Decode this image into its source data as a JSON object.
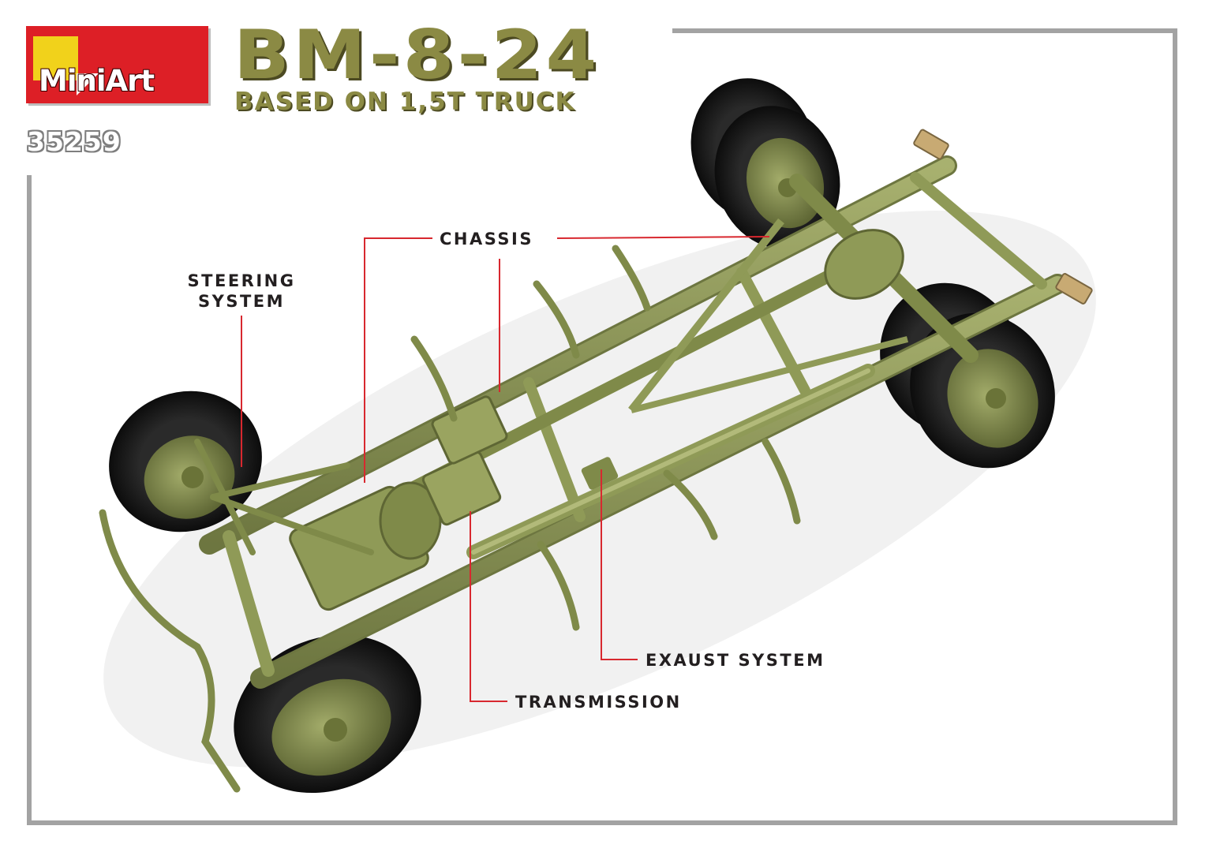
{
  "brand": {
    "logo_text": "MiniArt",
    "colors": {
      "red": "#dd1f26",
      "yellow": "#f1d21b",
      "olive": "#8b8a44",
      "frame": "#a3a3a3",
      "leader": "#d8282f"
    }
  },
  "header": {
    "title": "BM-8-24",
    "subtitle": "BASED ON 1,5T TRUCK",
    "kit_number": "35259"
  },
  "callouts": {
    "chassis": "CHASSIS",
    "steering_line1": "STEERING",
    "steering_line2": "SYSTEM",
    "exhaust": "EXAUST SYSTEM",
    "transmission": "TRANSMISSION"
  },
  "illustration": {
    "subject": "truck-chassis-underside",
    "body_color": "#8f9a57",
    "tire_color": "#1c1c1c"
  }
}
